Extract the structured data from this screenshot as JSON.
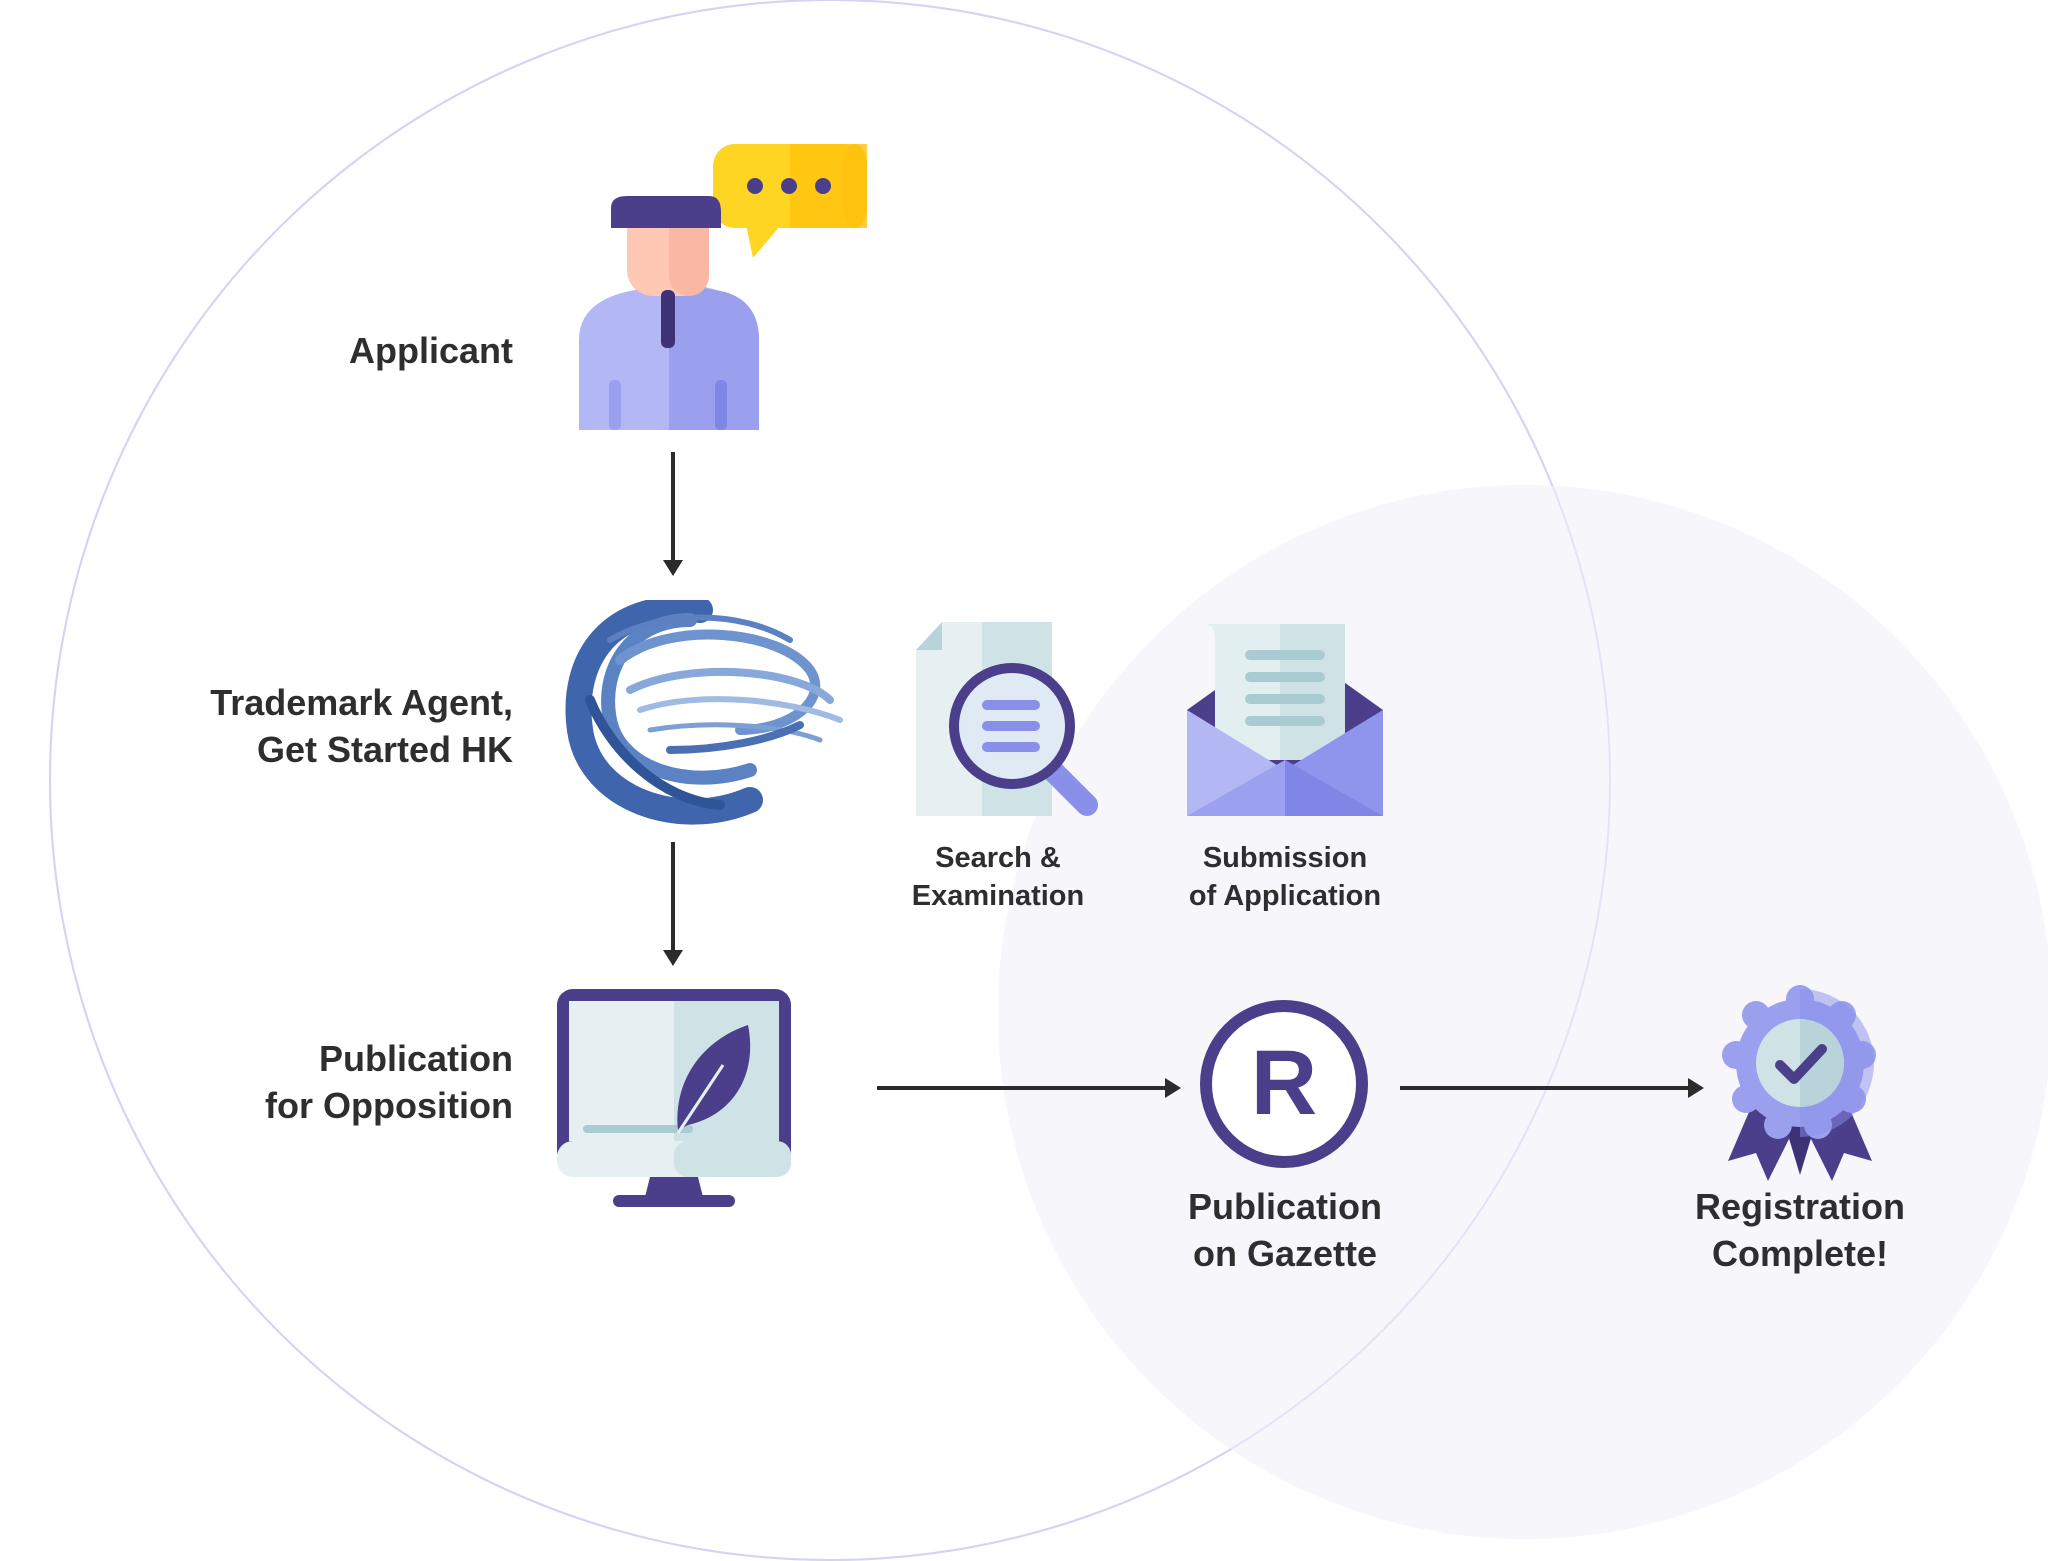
{
  "labels": {
    "applicant": "Applicant",
    "agent_line1": "Trademark Agent,",
    "agent_line2": "Get Started HK",
    "pub_opposition_line1": "Publication",
    "pub_opposition_line2": "for Opposition",
    "search_line1": "Search &",
    "search_line2": "Examination",
    "submission_line1": "Submission",
    "submission_line2": "of Application",
    "gazette_line1": "Publication",
    "gazette_line2": "on Gazette",
    "registration_line1": "Registration",
    "registration_line2": "Complete!"
  },
  "icons": {
    "applicant": "person-with-speech-bubble-icon",
    "agent": "swirl-logo-icon",
    "search": "document-magnifier-icon",
    "submission": "envelope-letter-icon",
    "publication": "monitor-feather-icon",
    "gazette": "registered-trademark-icon",
    "registration": "award-badge-icon"
  },
  "colors": {
    "indigo": "#4b3f8c",
    "lavender": "#9da2ee",
    "light_lavender": "#b8bcf4",
    "yellow": "#ffc924",
    "skin": "#fdc1ab",
    "teal_light": "#d4e6ea",
    "swirl_blue": "#4a6fb0",
    "bg_circle": "#f6f6fb",
    "circle_outline": "#c9c8f0"
  }
}
